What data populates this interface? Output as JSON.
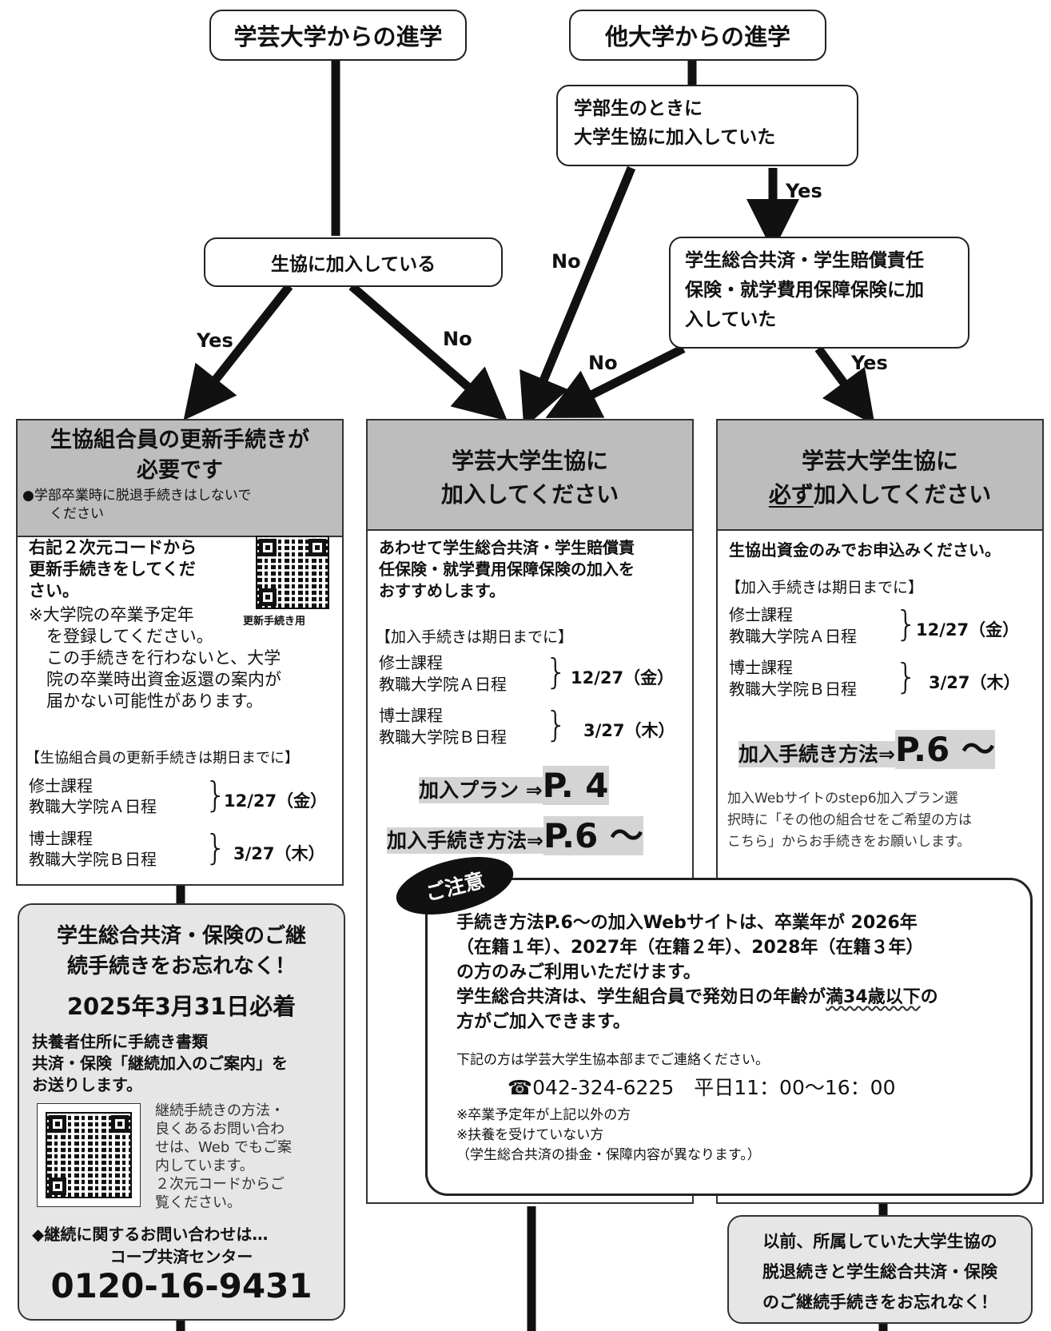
{
  "top": {
    "gakugei_label": "学芸大学からの進学",
    "other_label": "他大学からの進学"
  },
  "q_coop_member": {
    "line1": "学部生のときに",
    "line2": "大学生協に加入していた"
  },
  "q_insurance": {
    "line1": "学生総合共済・学生賠償責任",
    "line2": "保険・就学費用保障保険に加",
    "line3": "入していた"
  },
  "q_current": "生協に加入している",
  "labels": {
    "yes": "Yes",
    "no": "No"
  },
  "left_panel": {
    "title_line1": "生協組合員の更新手続きが",
    "title_line2": "必要です",
    "note_line1": "●学部卒業時に脱退手続きはしないで",
    "note_line2": "ください",
    "body_line1": "右記２次元コードから",
    "body_line2": "更新手続きをしてくだ",
    "body_line3": "さい。",
    "note2_line1": "※大学院の卒業予定年",
    "note2_line2": "を登録してください。",
    "note2_line3": "この手続きを行わないと、大学",
    "note2_line4": "院の卒業時出資金返還の案内が",
    "note2_line5": "届かない可能性があります。",
    "qr_caption": "更新手続き用",
    "deadline_header": "【生協組合員の更新手続きは期日までに】",
    "course_a1": "修士課程",
    "course_a2": "教職大学院Ａ日程",
    "date_a": "12/27（金）",
    "course_b1": "博士課程",
    "course_b2": "教職大学院Ｂ日程",
    "date_b": "3/27（木）"
  },
  "mid_panel": {
    "title_line1": "学芸大学生協に",
    "title_line2": "加入してください",
    "body_line1": "あわせて学生総合共済・学生賠償責",
    "body_line2": "任保険・就学費用保障保険の加入を",
    "body_line3": "おすすめします。",
    "deadline_header": "【加入手続きは期日までに】",
    "course_a1": "修士課程",
    "course_a2": "教職大学院Ａ日程",
    "date_a": "12/27（金）",
    "course_b1": "博士課程",
    "course_b2": "教職大学院Ｂ日程",
    "date_b": "3/27（木）",
    "plan_label": "加入プラン ⇒",
    "plan_page": "P. 4",
    "method_label": "加入手続き方法⇒",
    "method_page": "P.6 〜"
  },
  "right_panel": {
    "title_line1": "学芸大学生協に",
    "title_must": "必ず",
    "title_line2_rest": "加入してください",
    "body": "生協出資金のみでお申込みください。",
    "deadline_header": "【加入手続きは期日までに】",
    "course_a1": "修士課程",
    "course_a2": "教職大学院Ａ日程",
    "date_a": "12/27（金）",
    "course_b1": "博士課程",
    "course_b2": "教職大学院Ｂ日程",
    "date_b": "3/27（木）",
    "method_label": "加入手続き方法⇒",
    "method_page": "P.6 〜",
    "note_line1": "加入Webサイトのstep6加入プラン選",
    "note_line2": "択時に「その他の組合せをご希望の方は",
    "note_line3": "こちら」からお手続きをお願いします。"
  },
  "continue_box": {
    "title_line1": "学生総合共済・保険のご継",
    "title_line2": "続手続きをお忘れなく！",
    "deadline": "2025年3月31日必着",
    "body_line1": "扶養者住所に手続き書類",
    "body_line2": "共済・保険「継続加入のご案内」を",
    "body_line3": "お送りします。",
    "qr_text_line1": "継続手続きの方法・",
    "qr_text_line2": "良くあるお問い合わ",
    "qr_text_line3": "せは、Web でもご案",
    "qr_text_line4": "内しています。",
    "qr_text_line5": "２次元コードからご",
    "qr_text_line6": "覧ください。",
    "inquiry": "◆継続に関するお問い合わせは…",
    "center": "コープ共済センター",
    "phone": "0120-16-9431"
  },
  "caution": {
    "badge": "ご注意",
    "line1": "手続き方法P.6〜の加入Webサイトは、卒業年が 2026年",
    "line2": "（在籍１年）、2027年（在籍２年）、2028年（在籍３年）",
    "line3": "の方のみご利用いただけます。",
    "line4_pre": "学生総合共済は、学生組合員で発効日の年齢が",
    "line4_emph": "満34歳以下",
    "line4_post": "の",
    "line5": "方がご加入できます。",
    "contact": "下記の方は学芸大学生協本部までご連絡ください。",
    "phone": "☎042-324-6225　平日11：00〜16：00",
    "cond1": "※卒業予定年が上記以外の方",
    "cond2": "※扶養を受けていない方",
    "cond3": "（学生総合共済の掛金・保障内容が異なります。）"
  },
  "bottom_right": {
    "line1": "以前、所属していた大学生協の",
    "line2": "脱退続きと学生総合共済・保険",
    "line3": "のご継続手続きをお忘れなく！"
  }
}
